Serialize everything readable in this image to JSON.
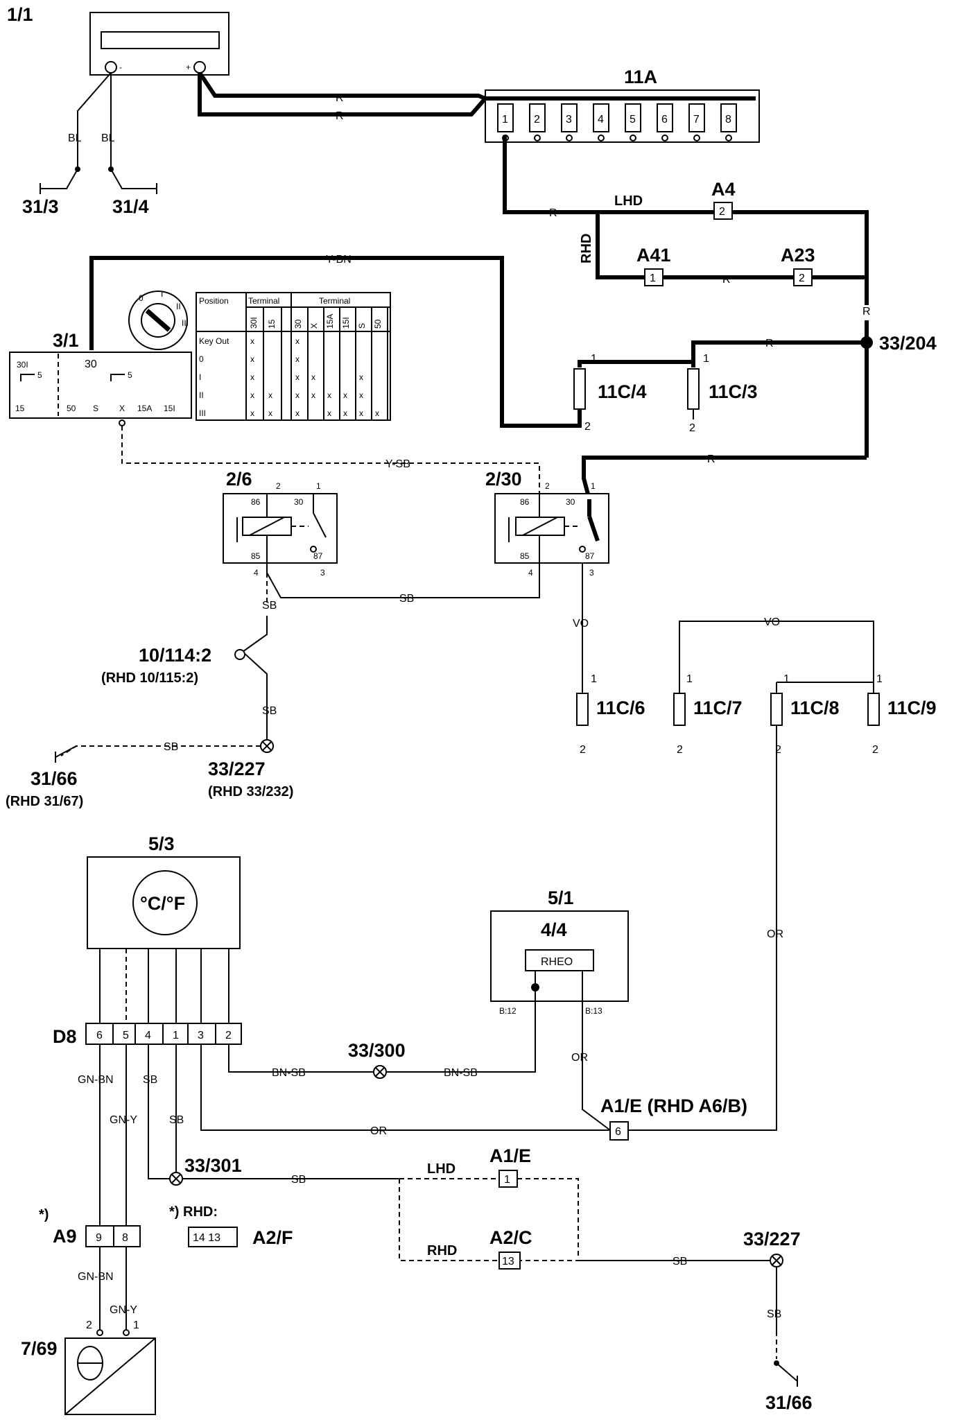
{
  "components": {
    "battery": "1/1",
    "fusebox": "11A",
    "fuse_numbers": [
      "1",
      "2",
      "3",
      "4",
      "5",
      "6",
      "7",
      "8"
    ],
    "gnd_31_3": "31/3",
    "gnd_31_4": "31/4",
    "ignition_switch": "3/1",
    "a4": "A4",
    "a41": "A41",
    "a23": "A23",
    "splice_33_204": "33/204",
    "fuse_11c4": "11C/4",
    "fuse_11c3": "11C/3",
    "relay_2_6": "2/6",
    "relay_2_30": "2/30",
    "conn_10_114": "10/114:2",
    "conn_10_114_rhd": "(RHD 10/115:2)",
    "splice_33_227_top": "33/227",
    "splice_33_227_top_rhd": "(RHD 33/232)",
    "gnd_31_66_top": "31/66",
    "gnd_31_66_top_rhd": "(RHD 31/67)",
    "fuse_11c6": "11C/6",
    "fuse_11c7": "11C/7",
    "fuse_11c8": "11C/8",
    "fuse_11c9": "11C/9",
    "climate_unit": "5/3",
    "temp_symbol": "°C/°F",
    "instrument": "5/1",
    "rheostat_id": "4/4",
    "rheostat": "RHEO",
    "connector_d8": "D8",
    "d8_pins": [
      "6",
      "5",
      "4",
      "1",
      "3",
      "2"
    ],
    "splice_33_300": "33/300",
    "splice_33_301": "33/301",
    "a1e_rhd": "A1/E (RHD A6/B)",
    "a1e": "A1/E",
    "a2c": "A2/C",
    "a9": "A9",
    "a9_pins": [
      "9",
      "8"
    ],
    "a9_note": "*)",
    "rhd_note": "*) RHD:",
    "a2f_pins": "14 13",
    "a2f": "A2/F",
    "sensor": "7/69",
    "splice_33_227_bottom": "33/227",
    "gnd_31_66_bottom": "31/66",
    "pin_6": "6",
    "pin_1": "1",
    "pin_13": "13"
  },
  "pin_labels": {
    "a4_pin": "2",
    "a41_pin": "1",
    "a23_pin": "2",
    "one": "1",
    "two": "2",
    "three": "3",
    "four": "4",
    "r86": "86",
    "r85": "85",
    "r30": "30",
    "r87": "87",
    "b12": "B:12",
    "b13": "B:13",
    "sensor_pin2": "2",
    "sensor_pin1": "1",
    "minus": "-",
    "plus": "+"
  },
  "switch": {
    "t301": "30I",
    "t30": "30",
    "t5a": "5",
    "t5b": "5",
    "t15": "15",
    "t50": "50",
    "tS": "S",
    "tX": "X",
    "t15A": "15A",
    "t15I": "15I",
    "dial_0": "0",
    "dial_1": "I",
    "dial_2": "II",
    "dial_3": "III"
  },
  "switch_table": {
    "position_header": "Position",
    "terminal_header_a": "Terminal",
    "terminal_header_b": "Terminal",
    "cols_a": [
      "30I",
      "15"
    ],
    "cols_b": [
      "30",
      "X",
      "15A",
      "15I",
      "S",
      "50"
    ],
    "rows": [
      "Key Out",
      "0",
      "I",
      "II",
      "III"
    ]
  },
  "wires": {
    "r1": "R",
    "r2": "R",
    "r3": "R",
    "r4": "R",
    "r5": "R",
    "r6": "R",
    "r7": "R",
    "bl1": "BL",
    "bl2": "BL",
    "y_bn": "Y-BN",
    "y_sb": "Y-SB",
    "sb1": "SB",
    "sb2": "SB",
    "sb3": "SB",
    "sb4": "SB",
    "vo1": "VO",
    "vo2": "VO",
    "or1": "OR",
    "or2": "OR",
    "or3": "OR",
    "bn_sb1": "BN-SB",
    "bn_sb2": "BN-SB",
    "gn_bn1": "GN-BN",
    "gn_bn2": "GN-BN",
    "gn_y1": "GN-Y",
    "gn_y2": "GN-Y",
    "sb_d8a": "SB",
    "sb_d8b": "SB",
    "sb_301": "SB",
    "sb_a2c": "SB",
    "sb_gnd": "SB",
    "lhd_top": "LHD",
    "rhd_top": "RHD",
    "lhd_bottom": "LHD",
    "rhd_bottom": "RHD"
  }
}
